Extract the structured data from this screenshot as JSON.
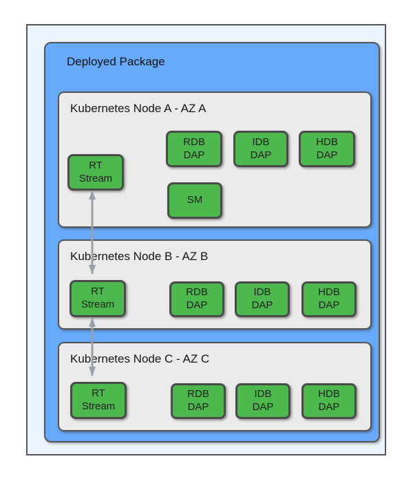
{
  "diagram": {
    "package": {
      "label": "Deployed Package"
    },
    "nodes": [
      {
        "id": "node-a",
        "title": "Kubernetes Node A - AZ A",
        "boxes": {
          "rt_stream": "RT\nStream",
          "rdb_dap": "RDB\nDAP",
          "idb_dap": "IDB\nDAP",
          "hdb_dap": "HDB\nDAP",
          "sm": "SM"
        }
      },
      {
        "id": "node-b",
        "title": "Kubernetes Node B - AZ B",
        "boxes": {
          "rt_stream": "RT\nStream",
          "rdb_dap": "RDB\nDAP",
          "idb_dap": "IDB\nDAP",
          "hdb_dap": "HDB\nDAP"
        }
      },
      {
        "id": "node-c",
        "title": "Kubernetes Node C - AZ C",
        "boxes": {
          "rt_stream": "RT\nStream",
          "rdb_dap": "RDB\nDAP",
          "idb_dap": "IDB\nDAP",
          "hdb_dap": "HDB\nDAP"
        }
      }
    ],
    "connections": [
      {
        "from": "node-a.rt_stream",
        "to": "node-b.rt_stream",
        "bidirectional": true
      },
      {
        "from": "node-b.rt_stream",
        "to": "node-c.rt_stream",
        "bidirectional": true
      }
    ],
    "colors": {
      "canvas_fill": "#edf3fc",
      "package_fill": "#67a9fa",
      "node_fill": "#ebebeb",
      "box_fill": "#4db84d",
      "border": "#545454",
      "arrow": "#9aa0aa"
    }
  }
}
